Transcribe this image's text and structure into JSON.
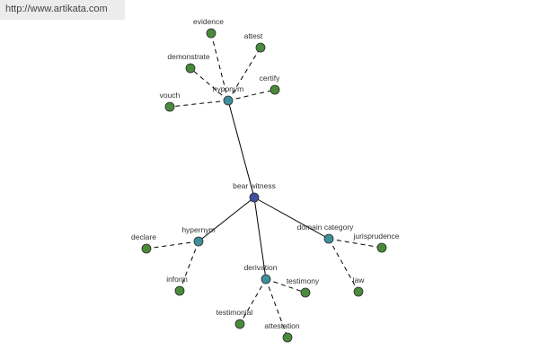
{
  "watermark": {
    "text": "http://www.artikata.com"
  },
  "colors": {
    "root": "#3f4fa0",
    "relation": "#3f8f9a",
    "leaf": "#4a8a3c",
    "node_stroke": "#2b2b2b",
    "edge": "#000000",
    "background": "#ffffff"
  },
  "graph": {
    "root": "bear witness",
    "relations": [
      {
        "id": "hyponym",
        "label": "hyponym",
        "terms": [
          {
            "id": "evidence",
            "label": "evidence"
          },
          {
            "id": "attest",
            "label": "attest"
          },
          {
            "id": "demonstrate",
            "label": "demonstrate"
          },
          {
            "id": "certify",
            "label": "certify"
          },
          {
            "id": "vouch",
            "label": "vouch"
          }
        ]
      },
      {
        "id": "hypernym",
        "label": "hypernym",
        "terms": [
          {
            "id": "declare",
            "label": "declare"
          },
          {
            "id": "inform",
            "label": "inform"
          }
        ]
      },
      {
        "id": "derivation",
        "label": "derivation",
        "terms": [
          {
            "id": "testimony",
            "label": "testimony"
          },
          {
            "id": "testimonial",
            "label": "testimonial"
          },
          {
            "id": "attestation",
            "label": "attestation"
          }
        ]
      },
      {
        "id": "domain-category",
        "label": "domain category",
        "terms": [
          {
            "id": "jurisprudence",
            "label": "jurisprudence"
          },
          {
            "id": "law",
            "label": "law"
          }
        ]
      }
    ]
  }
}
